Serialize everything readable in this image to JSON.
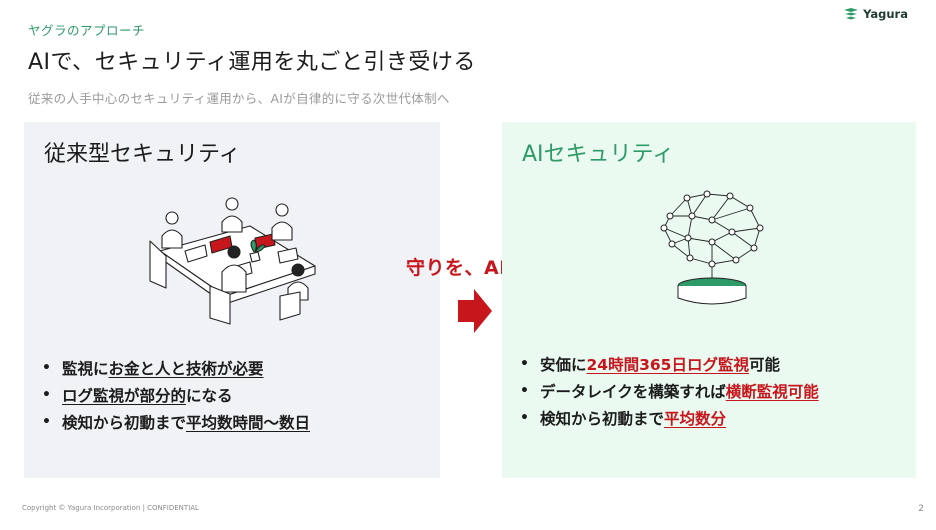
{
  "header": {
    "eyebrow": "ヤグラのアプローチ",
    "title": "AIで、セキュリティ運用を丸ごと引き受ける",
    "subtitle": "従来の人手中心のセキュリティ運用から、AIが自律的に守る次世代体制へ"
  },
  "logo": {
    "text": "Yagura",
    "icon": "yagura-logo-icon",
    "color": "#2e9a68"
  },
  "left_panel": {
    "heading": "従来型セキュリティ",
    "illustration": "office-team-illustration",
    "bullets": [
      {
        "plain": "監視に",
        "emph": "お金と人と技術が必要",
        "after": ""
      },
      {
        "plain": "",
        "emph": "ログ監視が部分的",
        "after": "になる"
      },
      {
        "plain": "検知から初動まで",
        "emph": "平均数時間〜数日",
        "after": ""
      }
    ]
  },
  "center": {
    "label": "守りを、AIに",
    "arrow_icon": "right-arrow-icon",
    "accent": "#c8161d"
  },
  "right_panel": {
    "heading": "AIセキュリティ",
    "illustration": "ai-brain-network-illustration",
    "bullets": [
      {
        "plain": "安価に",
        "emph": "24時間365日ログ監視",
        "after": "可能"
      },
      {
        "plain": "データレイクを構築すれば",
        "emph": "横断監視可能",
        "after": ""
      },
      {
        "plain": "検知から初動まで",
        "emph": "平均数分",
        "after": ""
      }
    ]
  },
  "footer": {
    "copyright": "Copyright © Yagura Incorporation | CONFIDENTIAL",
    "page_number": "2"
  }
}
